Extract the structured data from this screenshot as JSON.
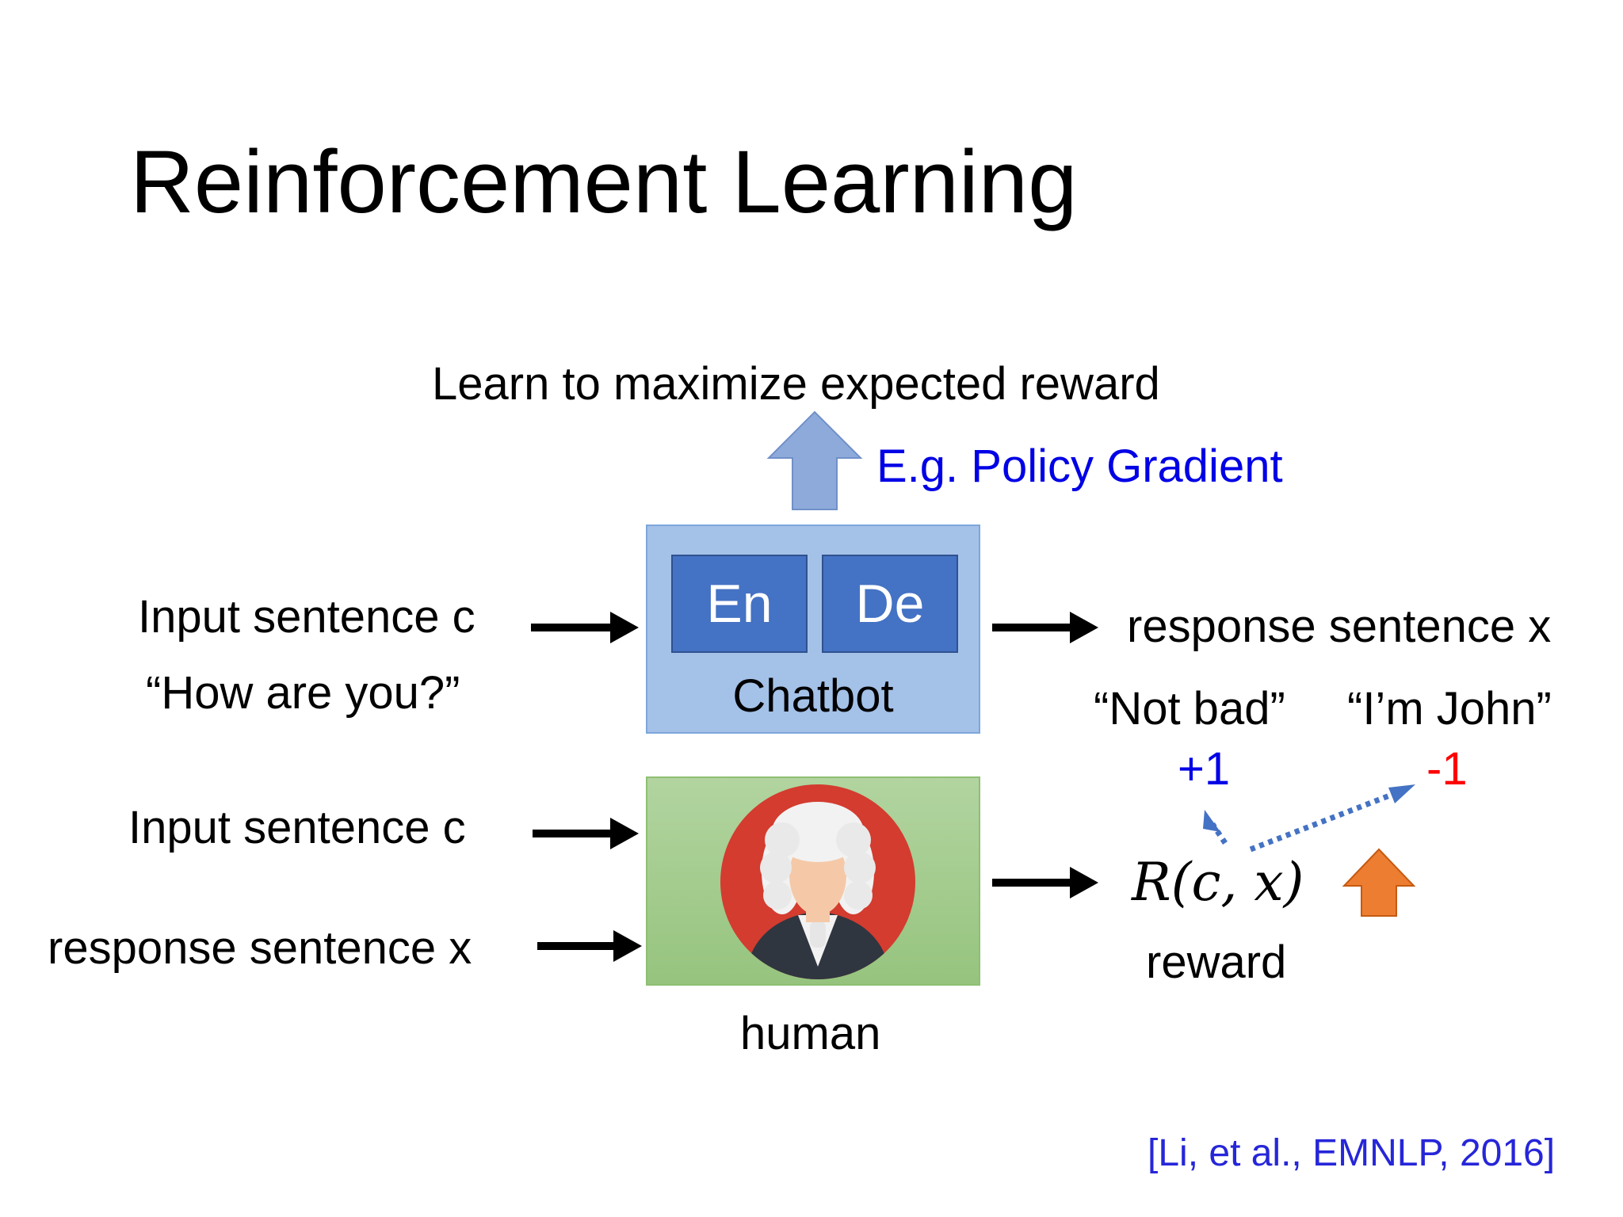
{
  "title": "Reinforcement Learning",
  "top_caption": "Learn to maximize expected reward",
  "method_note": "E.g. Policy Gradient",
  "chatbot": {
    "encoder": "En",
    "decoder": "De",
    "label": "Chatbot"
  },
  "left_top": {
    "input": "Input sentence c",
    "example": "“How are you?”"
  },
  "right_top": {
    "output": "response sentence x",
    "ex_good": "“Not bad”",
    "ex_bad": "“I’m John”",
    "score_good": "+1",
    "score_bad": "-1"
  },
  "human": {
    "label": "human"
  },
  "left_bottom": {
    "input": "Input sentence c",
    "response": "response sentence x"
  },
  "reward": {
    "formula": "R(c, x)",
    "label": "reward"
  },
  "citation": "[Li, et al., EMNLP, 2016]",
  "colors": {
    "chatbot_bg": "#a4c1e8",
    "enc_dec": "#4472c4",
    "human_bg": "#a9d18e",
    "up_arrow": "#8eaadb",
    "reward_arrow": "#ed7d31",
    "note_blue": "#0000e6",
    "negative_red": "#ff0000",
    "judge_circle": "#d33c2f"
  }
}
